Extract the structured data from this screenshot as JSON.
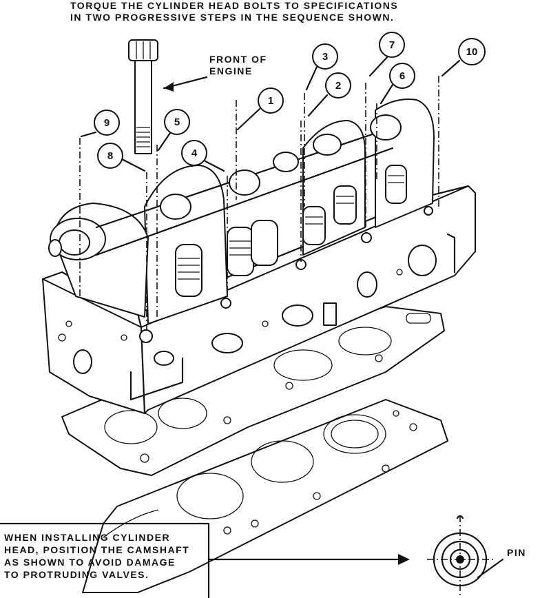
{
  "header": {
    "line1": "TORQUE THE CYLINDER HEAD BOLTS TO SPECIFICATIONS",
    "line2": "IN TWO PROGRESSIVE STEPS IN THE SEQUENCE SHOWN."
  },
  "front_label": {
    "line1": "FRONT OF",
    "line2": "ENGINE"
  },
  "note": {
    "line1": "WHEN INSTALLING CYLINDER",
    "line2": "HEAD, POSITION THE CAMSHAFT",
    "line3": "AS SHOWN TO AVOID DAMAGE",
    "line4": "TO PROTRUDING VALVES."
  },
  "pin_label": "PIN",
  "callouts": {
    "c1": "1",
    "c2": "2",
    "c3": "3",
    "c4": "4",
    "c5": "5",
    "c6": "6",
    "c7": "7",
    "c8": "8",
    "c9": "9",
    "c10": "10"
  }
}
